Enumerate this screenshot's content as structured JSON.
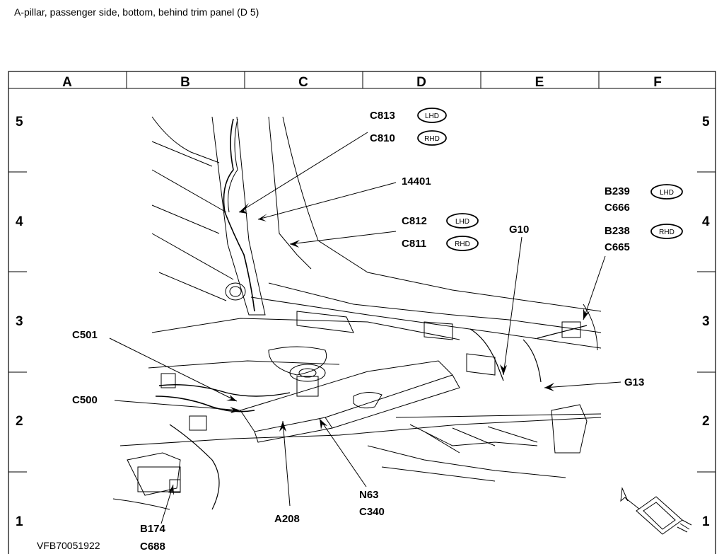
{
  "caption": "A-pillar, passenger side, bottom, behind trim panel    (D 5)",
  "grid": {
    "columns": [
      "A",
      "B",
      "C",
      "D",
      "E",
      "F"
    ],
    "rows": [
      "5",
      "4",
      "3",
      "2",
      "1"
    ]
  },
  "labels": {
    "c813": "C813",
    "c810": "C810",
    "c812": "C812",
    "c811": "C811",
    "p14401": "14401",
    "g10": "G10",
    "g13": "G13",
    "b239": "B239",
    "c666": "C666",
    "b238": "B238",
    "c665": "C665",
    "c501": "C501",
    "c500": "C500",
    "a208": "A208",
    "n63": "N63",
    "c340": "C340",
    "b174": "B174",
    "c688": "C688"
  },
  "badges": {
    "lhd": "LHD",
    "rhd": "RHD"
  },
  "reference": "VFB70051922"
}
